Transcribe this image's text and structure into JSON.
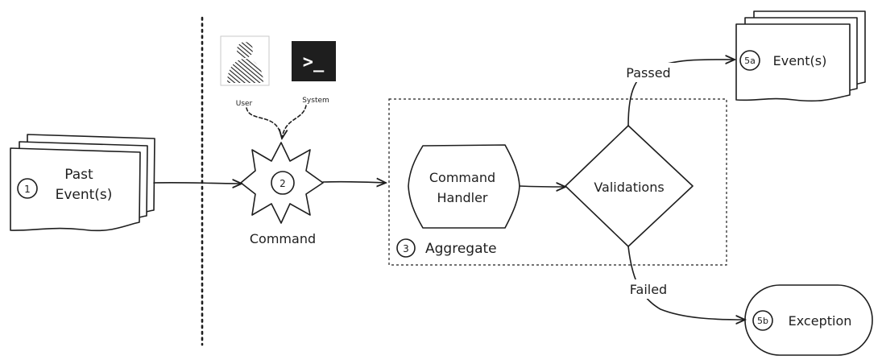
{
  "nodes": {
    "past_events": {
      "step": "1",
      "line1": "Past",
      "line2": "Event(s)"
    },
    "user": {
      "label": "User"
    },
    "system": {
      "label": "System",
      "glyph": ">_"
    },
    "command": {
      "step": "2",
      "label": "Command"
    },
    "command_handler": {
      "line1": "Command",
      "line2": "Handler"
    },
    "validations": {
      "label": "Validations"
    },
    "aggregate": {
      "step": "3",
      "label": "Aggregate"
    },
    "events_out": {
      "step": "5a",
      "label": "Event(s)"
    },
    "exception": {
      "step": "5b",
      "label": "Exception"
    }
  },
  "edges": {
    "passed": {
      "label": "Passed"
    },
    "failed": {
      "label": "Failed"
    }
  },
  "colors": {
    "ink": "#1e1e1e",
    "terminal_bg": "#1e1e1e",
    "terminal_fg": "#ffffff"
  }
}
